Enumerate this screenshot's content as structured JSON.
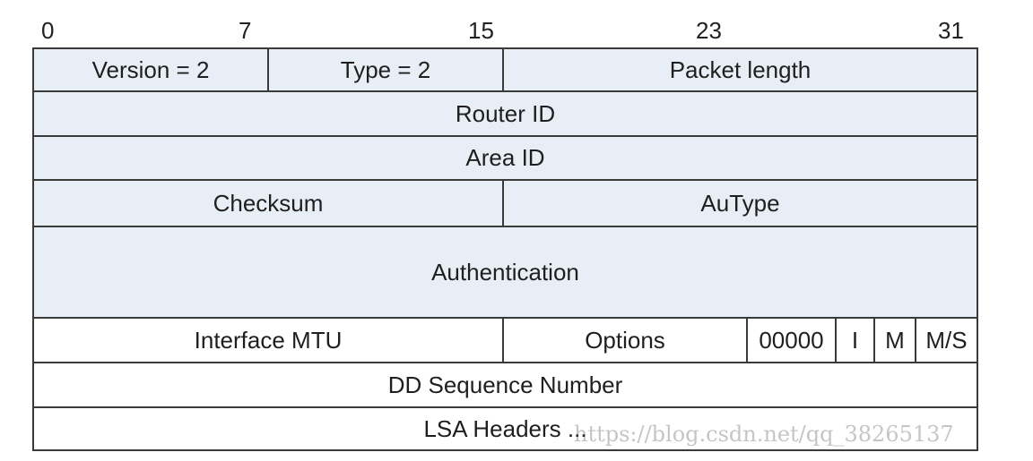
{
  "bit_scale": [
    "0",
    "7",
    "15",
    "23",
    "31"
  ],
  "rows": {
    "header": {
      "version": "Version = 2",
      "type": "Type = 2",
      "packet_length": "Packet length"
    },
    "router_id": "Router ID",
    "area_id": "Area ID",
    "checksum_row": {
      "checksum": "Checksum",
      "autype": "AuType"
    },
    "authentication": "Authentication",
    "mtu_row": {
      "interface_mtu": "Interface MTU",
      "options": "Options",
      "reserved": "00000",
      "i_bit": "I",
      "m_bit": "M",
      "ms_bit": "M/S"
    },
    "dd_sequence_number": "DD Sequence Number",
    "lsa_headers": "LSA Headers ..."
  },
  "watermark": "https://blog.csdn.net/qq_38265137",
  "colors": {
    "shaded_fill": "#e8eef5",
    "border": "#3a3a3a",
    "text": "#1f1f1f"
  }
}
